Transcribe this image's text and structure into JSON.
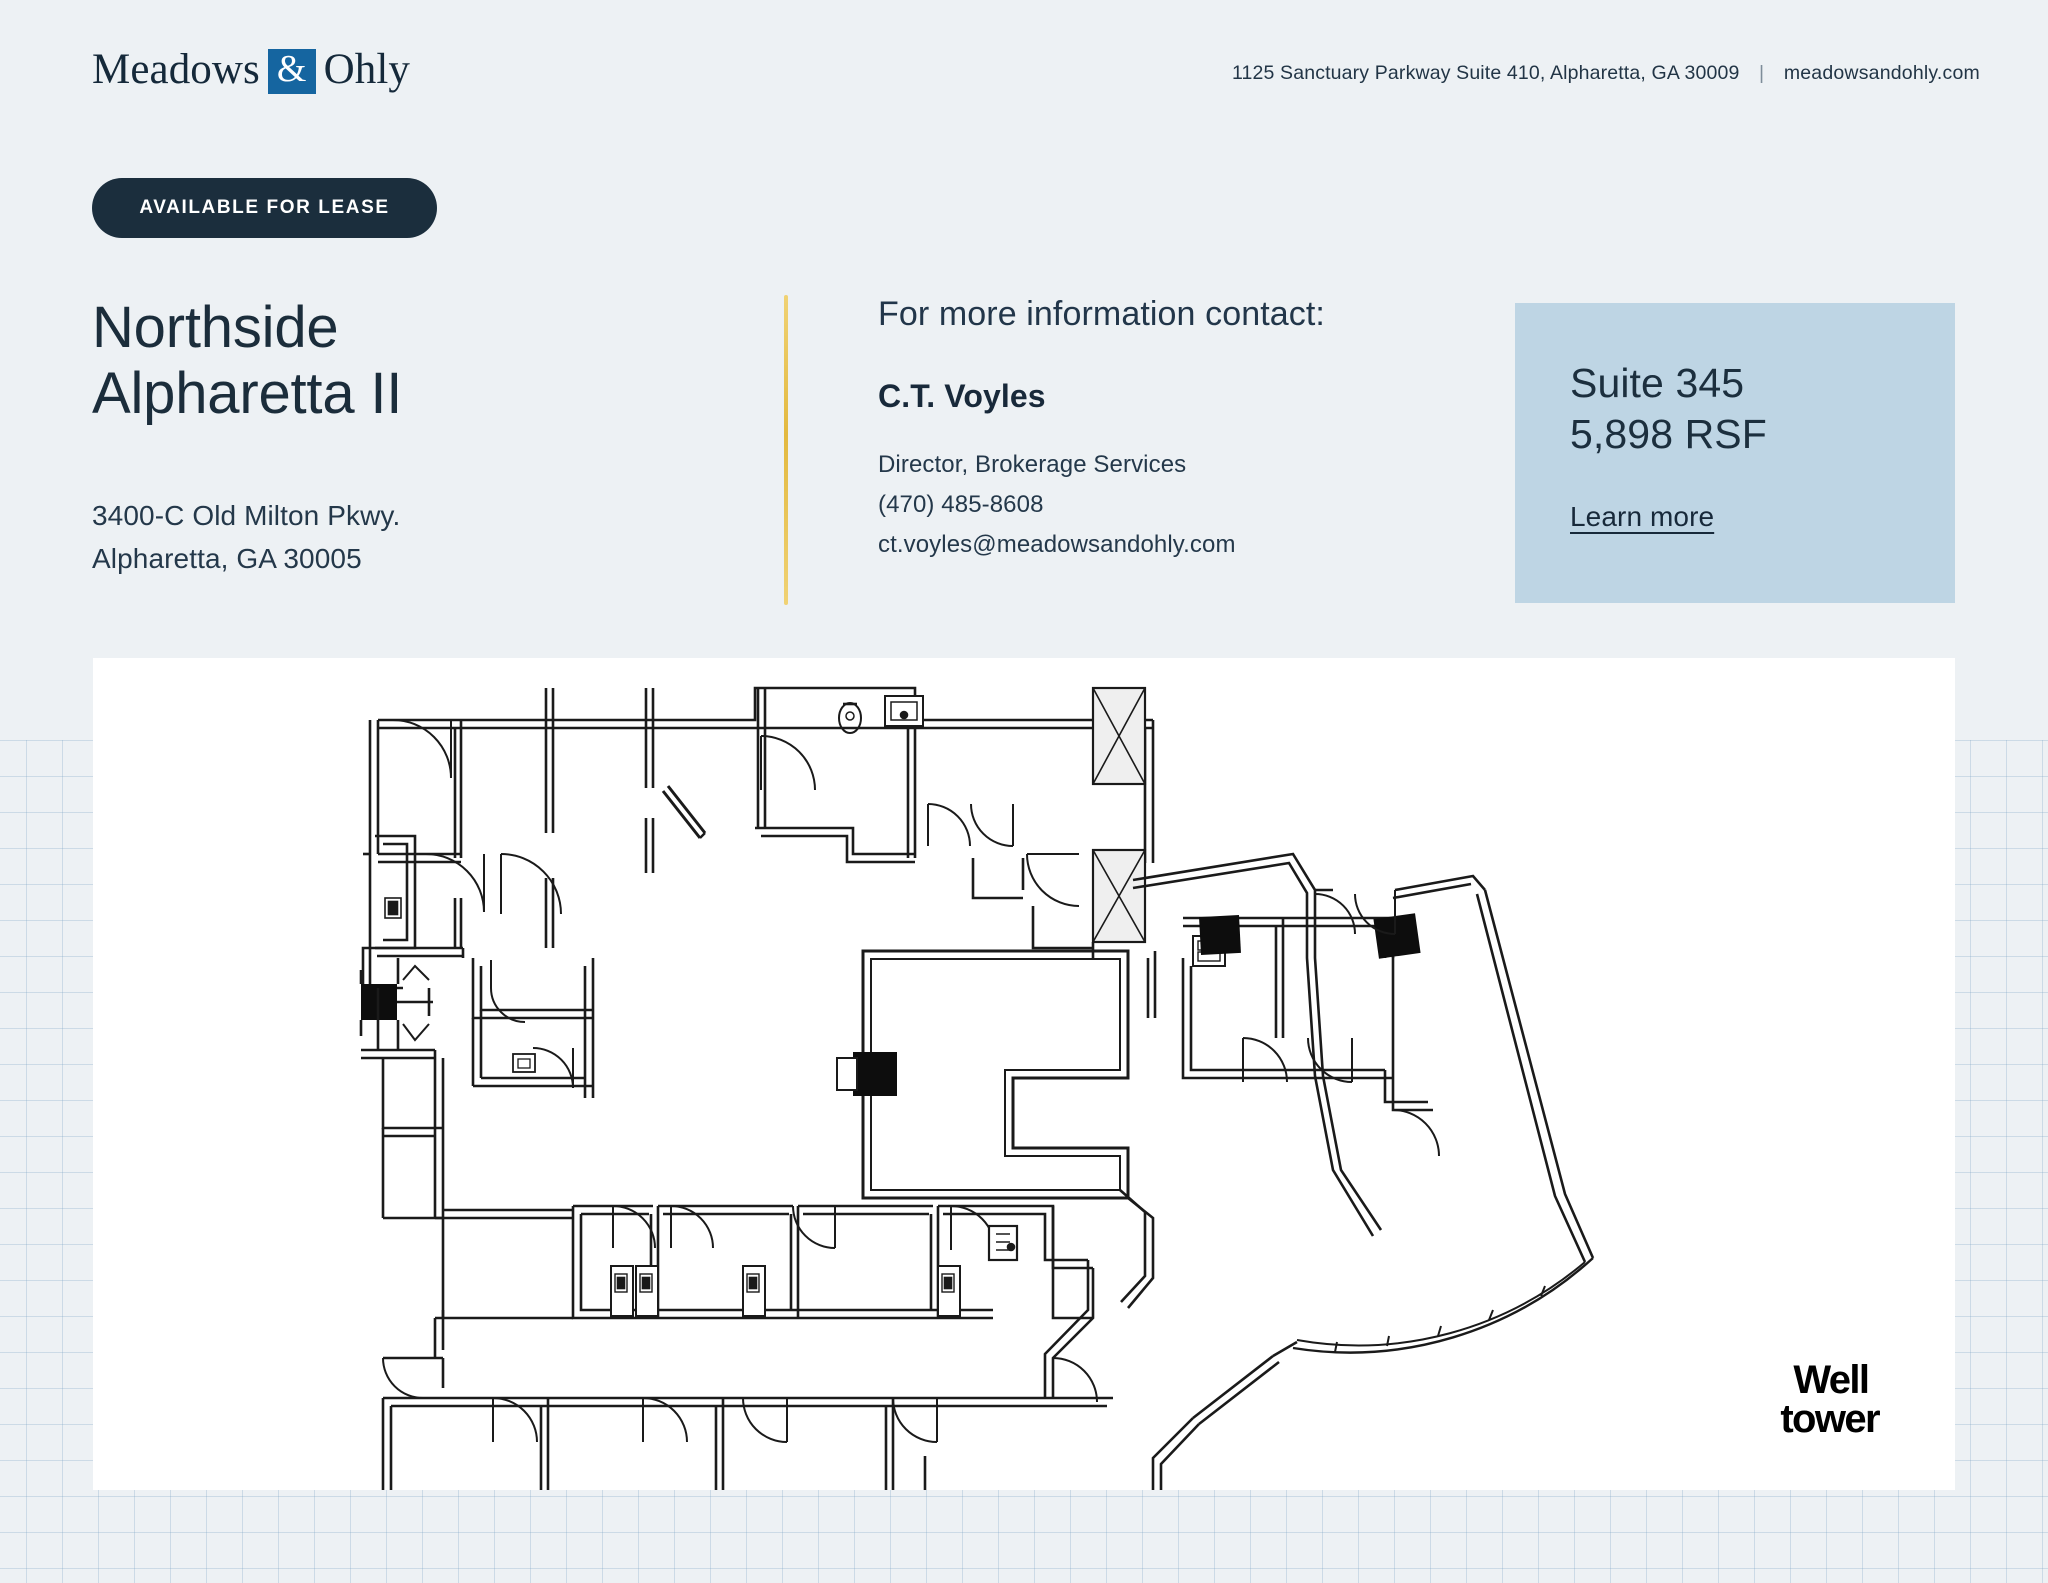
{
  "page": {
    "background_color": "#edf1f4",
    "card_color": "#ffffff",
    "accent_yellow": "#e3b93f",
    "accent_navy": "#1b2e3d",
    "accent_blue": "#bed5e4",
    "logo_blue": "#1565a0"
  },
  "header": {
    "logo": {
      "word1": "Meadows",
      "amp": "&",
      "word2": "Ohly",
      "icon": "meadows-ohly-logo"
    },
    "address": "1125 Sanctuary Parkway Suite 410, Alpharetta, GA 30009",
    "separator": "|",
    "website": "meadowsandohly.com"
  },
  "badge": {
    "label": "AVAILABLE FOR LEASE"
  },
  "property": {
    "name_line1": "Northside",
    "name_line2": "Alpharetta II",
    "address_line1": "3400-C Old Milton Pkwy.",
    "address_line2": "Alpharetta, GA 30005"
  },
  "contact": {
    "heading": "For more information contact:",
    "name": "C.T. Voyles",
    "title": "Director, Brokerage Services",
    "phone": "(470) 485-8608",
    "email": "ct.voyles@meadowsandohly.com"
  },
  "suite": {
    "number": "Suite 345",
    "size": "5,898 RSF",
    "link": "Learn more"
  },
  "floorplan": {
    "alt": "floor-plan-suite-345",
    "brand_line1": "Well",
    "brand_line2": "tower"
  }
}
